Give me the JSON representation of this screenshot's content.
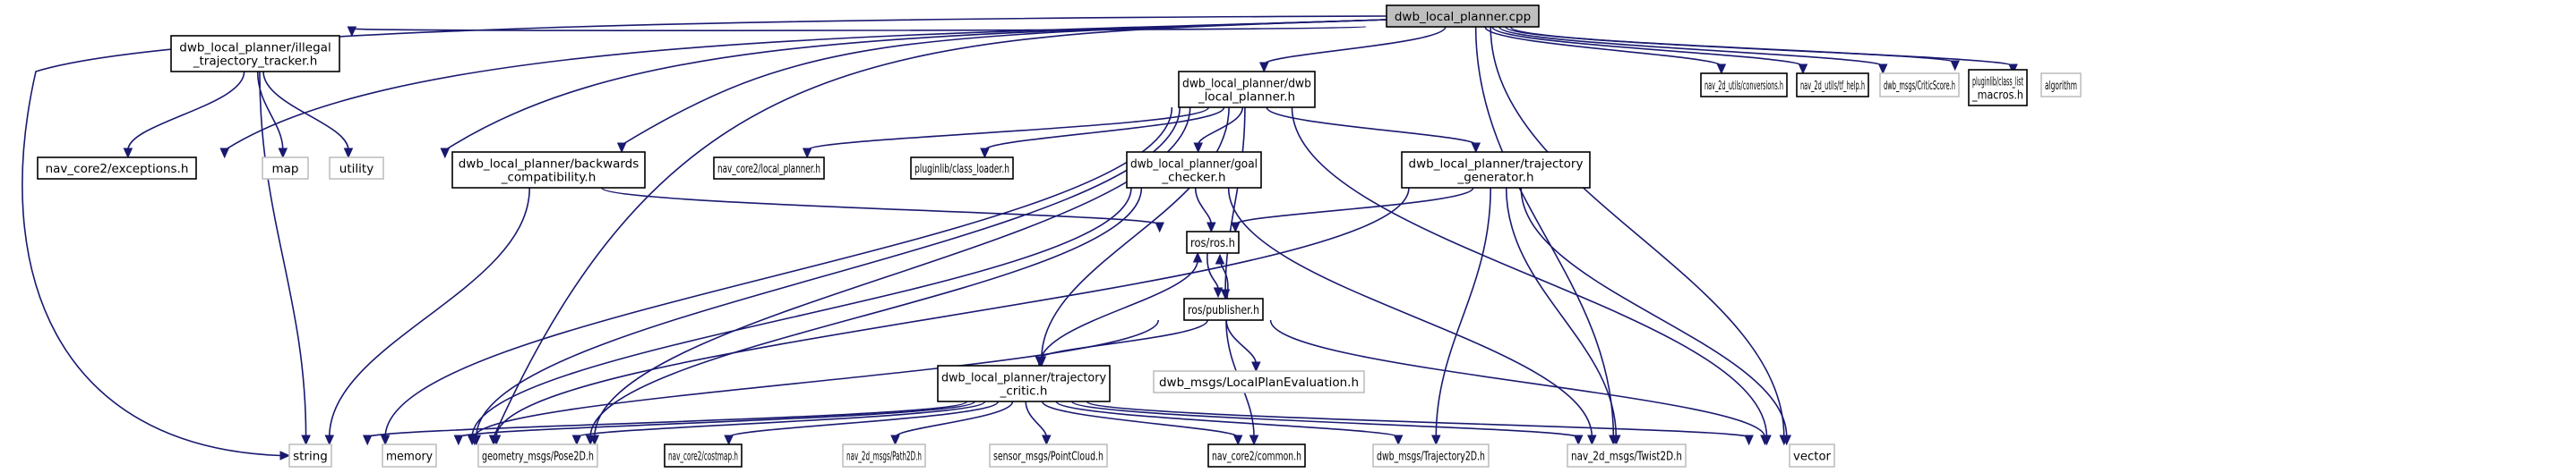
{
  "diagram": {
    "type": "include-dependency-graph",
    "colors": {
      "edge": "#191970",
      "root_fill": "#bfbfbf",
      "local_border": "#000000",
      "external_border": "#bfbfbf"
    },
    "nodes": [
      {
        "id": "root",
        "label": [
          "dwb_local_planner.cpp"
        ],
        "kind": "root"
      },
      {
        "id": "illegal",
        "label": [
          "dwb_local_planner/illegal",
          "_trajectory_tracker.h"
        ],
        "kind": "local"
      },
      {
        "id": "dwb",
        "label": [
          "dwb_local_planner/dwb",
          "_local_planner.h"
        ],
        "kind": "local"
      },
      {
        "id": "conversions",
        "label": [
          "nav_2d_utils/conversions.h"
        ],
        "kind": "local"
      },
      {
        "id": "tfhelp",
        "label": [
          "nav_2d_utils/tf_help.h"
        ],
        "kind": "local"
      },
      {
        "id": "criticscore",
        "label": [
          "dwb_msgs/CriticScore.h"
        ],
        "kind": "external"
      },
      {
        "id": "classlist",
        "label": [
          "pluginlib/class_list",
          "_macros.h"
        ],
        "kind": "local"
      },
      {
        "id": "algorithm",
        "label": [
          "algorithm"
        ],
        "kind": "external"
      },
      {
        "id": "exceptions",
        "label": [
          "nav_core2/exceptions.h"
        ],
        "kind": "local"
      },
      {
        "id": "map",
        "label": [
          "map"
        ],
        "kind": "external"
      },
      {
        "id": "utility",
        "label": [
          "utility"
        ],
        "kind": "external"
      },
      {
        "id": "backwards",
        "label": [
          "dwb_local_planner/backwards",
          "_compatibility.h"
        ],
        "kind": "local"
      },
      {
        "id": "localplanner",
        "label": [
          "nav_core2/local_planner.h"
        ],
        "kind": "local"
      },
      {
        "id": "classloader",
        "label": [
          "pluginlib/class_loader.h"
        ],
        "kind": "local"
      },
      {
        "id": "goal",
        "label": [
          "dwb_local_planner/goal",
          "_checker.h"
        ],
        "kind": "local"
      },
      {
        "id": "trajgen",
        "label": [
          "dwb_local_planner/trajectory",
          "_generator.h"
        ],
        "kind": "local"
      },
      {
        "id": "ros",
        "label": [
          "ros/ros.h"
        ],
        "kind": "local"
      },
      {
        "id": "publisher",
        "label": [
          "ros/publisher.h"
        ],
        "kind": "local"
      },
      {
        "id": "critic",
        "label": [
          "dwb_local_planner/trajectory",
          "_critic.h"
        ],
        "kind": "local"
      },
      {
        "id": "lpe",
        "label": [
          "dwb_msgs/LocalPlanEvaluation.h"
        ],
        "kind": "external"
      },
      {
        "id": "string",
        "label": [
          "string"
        ],
        "kind": "external"
      },
      {
        "id": "memory",
        "label": [
          "memory"
        ],
        "kind": "external"
      },
      {
        "id": "pose2d",
        "label": [
          "geometry_msgs/Pose2D.h"
        ],
        "kind": "external"
      },
      {
        "id": "costmap",
        "label": [
          "nav_core2/costmap.h"
        ],
        "kind": "local"
      },
      {
        "id": "path2d",
        "label": [
          "nav_2d_msgs/Path2D.h"
        ],
        "kind": "external"
      },
      {
        "id": "pointcloud",
        "label": [
          "sensor_msgs/PointCloud.h"
        ],
        "kind": "external"
      },
      {
        "id": "common",
        "label": [
          "nav_core2/common.h"
        ],
        "kind": "local"
      },
      {
        "id": "traj2d",
        "label": [
          "dwb_msgs/Trajectory2D.h"
        ],
        "kind": "external"
      },
      {
        "id": "twist2d",
        "label": [
          "nav_2d_msgs/Twist2D.h"
        ],
        "kind": "external"
      },
      {
        "id": "vector",
        "label": [
          "vector"
        ],
        "kind": "external"
      }
    ],
    "edges": [
      [
        "root",
        "illegal"
      ],
      [
        "root",
        "dwb"
      ],
      [
        "root",
        "conversions"
      ],
      [
        "root",
        "tfhelp"
      ],
      [
        "root",
        "criticscore"
      ],
      [
        "root",
        "classlist"
      ],
      [
        "root",
        "algorithm"
      ],
      [
        "root",
        "exceptions"
      ],
      [
        "root",
        "utility"
      ],
      [
        "root",
        "string"
      ],
      [
        "root",
        "memory"
      ],
      [
        "root",
        "backwards"
      ],
      [
        "root",
        "twist2d"
      ],
      [
        "root",
        "vector"
      ],
      [
        "illegal",
        "exceptions"
      ],
      [
        "illegal",
        "map"
      ],
      [
        "illegal",
        "utility"
      ],
      [
        "illegal",
        "string"
      ],
      [
        "dwb",
        "localplanner"
      ],
      [
        "dwb",
        "classloader"
      ],
      [
        "dwb",
        "goal"
      ],
      [
        "dwb",
        "trajgen"
      ],
      [
        "dwb",
        "critic"
      ],
      [
        "dwb",
        "publisher"
      ],
      [
        "dwb",
        "string"
      ],
      [
        "dwb",
        "memory"
      ],
      [
        "dwb",
        "pose2d"
      ],
      [
        "dwb",
        "vector"
      ],
      [
        "backwards",
        "ros"
      ],
      [
        "backwards",
        "string"
      ],
      [
        "goal",
        "ros"
      ],
      [
        "goal",
        "pose2d"
      ],
      [
        "goal",
        "memory"
      ],
      [
        "goal",
        "twist2d"
      ],
      [
        "trajgen",
        "ros"
      ],
      [
        "trajgen",
        "traj2d"
      ],
      [
        "trajgen",
        "twist2d"
      ],
      [
        "trajgen",
        "vector"
      ],
      [
        "trajgen",
        "memory"
      ],
      [
        "ros",
        "publisher"
      ],
      [
        "publisher",
        "ros"
      ],
      [
        "publisher",
        "critic"
      ],
      [
        "publisher",
        "lpe"
      ],
      [
        "publisher",
        "common"
      ],
      [
        "publisher",
        "vector"
      ],
      [
        "publisher",
        "memory"
      ],
      [
        "critic",
        "ros"
      ],
      [
        "critic",
        "string"
      ],
      [
        "critic",
        "memory"
      ],
      [
        "critic",
        "pose2d"
      ],
      [
        "critic",
        "costmap"
      ],
      [
        "critic",
        "path2d"
      ],
      [
        "critic",
        "pointcloud"
      ],
      [
        "critic",
        "common"
      ],
      [
        "critic",
        "traj2d"
      ],
      [
        "critic",
        "twist2d"
      ],
      [
        "critic",
        "vector"
      ]
    ]
  }
}
